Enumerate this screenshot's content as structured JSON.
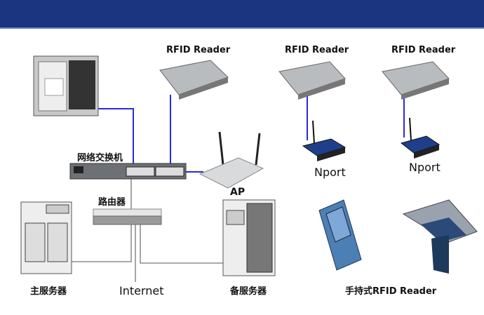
{
  "labels": {
    "reader1": "RFID Reader",
    "reader2": "RFID Reader",
    "reader3": "RFID Reader",
    "switch": "网络交换机",
    "ap": "AP",
    "router": "路由器",
    "nport1": "Nport",
    "nport2": "Nport",
    "main_server": "主服务器",
    "internet": "Internet",
    "backup_server": "备服务器",
    "handheld": "手持式RFID Reader"
  },
  "colors": {
    "header": "#1c3580",
    "link_blue": "#2a2ad8",
    "link_gray": "#777777"
  }
}
